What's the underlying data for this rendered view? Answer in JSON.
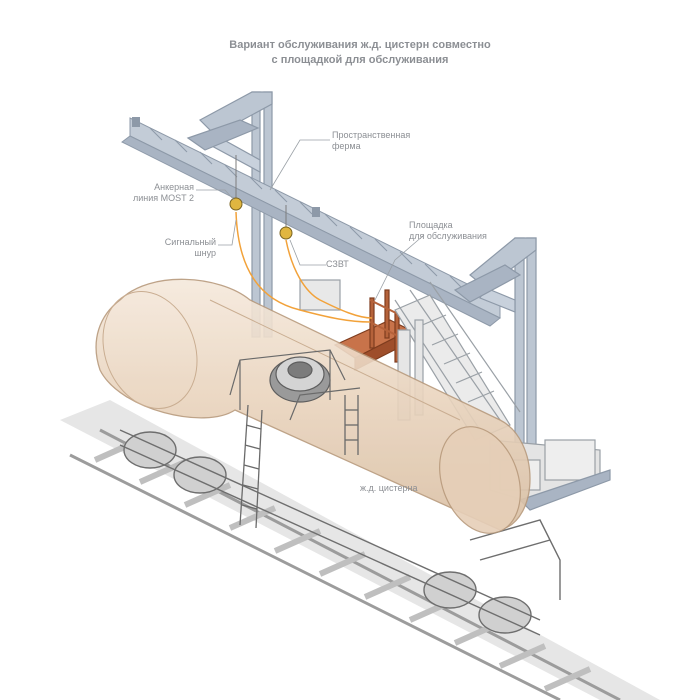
{
  "title": {
    "line1": "Вариант обслуживания ж.д. цистерн совместно",
    "line2": "с площадкой для обслуживания"
  },
  "labels": {
    "truss": {
      "line1": "Пространственная",
      "line2": "ферма"
    },
    "anchor_line": {
      "line1": "Анкерная",
      "line2": "линия MOST 2"
    },
    "platform": {
      "line1": "Площадка",
      "line2": "для обслуживания"
    },
    "signal_cord": {
      "line1": "Сигнальный",
      "line2": "шнур"
    },
    "szvt": "СЗВТ",
    "tank_car": "ж.д. цистерна"
  },
  "colors": {
    "frame": "#a9b4c3",
    "tank": "#e9d4bf",
    "platform": "#b5623a",
    "signal_cord": "#f2a23a",
    "label_text": "#8c8f94",
    "leader_line": "#9aa0a6"
  }
}
